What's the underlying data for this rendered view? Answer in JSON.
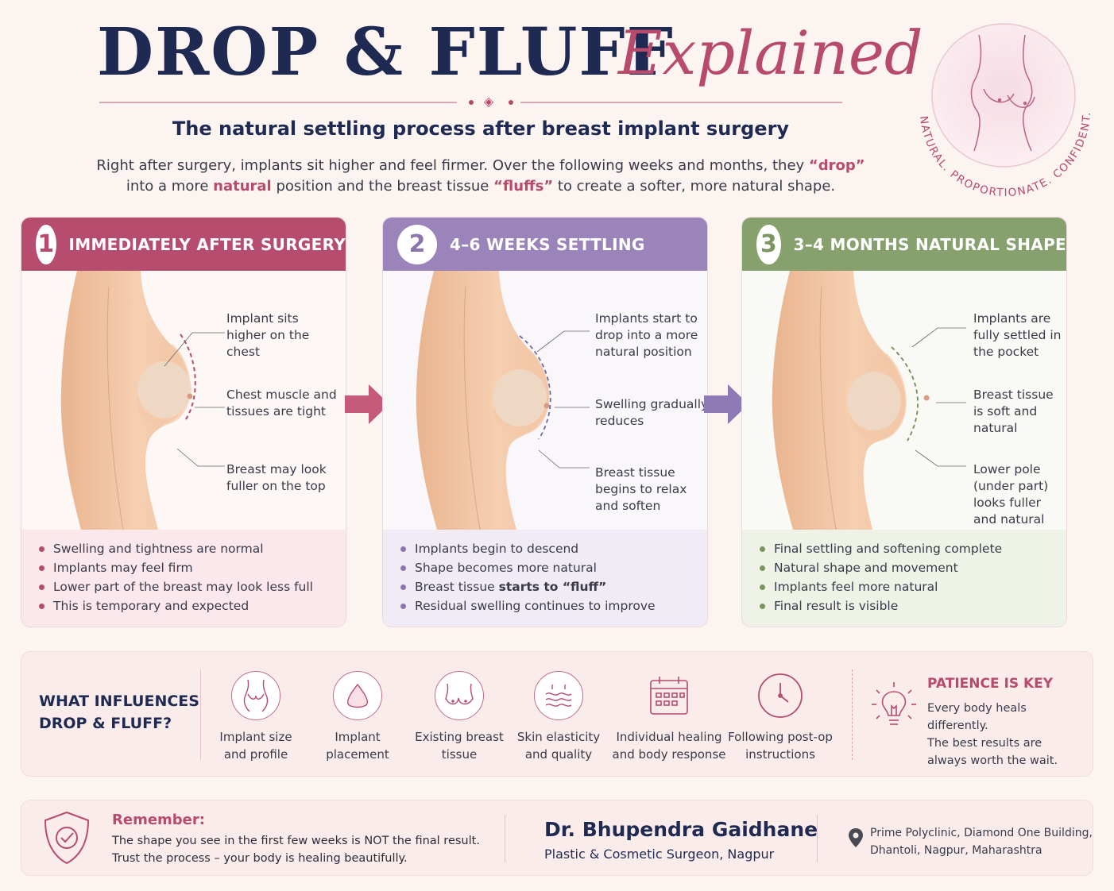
{
  "header": {
    "title_main": "DROP & FLUFF",
    "title_script": "Explained",
    "subtitle": "The natural settling process after breast implant surgery",
    "intro_part1": "Right after surgery, implants sit higher and feel firmer. Over the following weeks and months, they ",
    "intro_drop": "“drop”",
    "intro_part2": "into a more ",
    "intro_natural": "natural",
    "intro_part3": " position and the breast tissue ",
    "intro_fluffs": "“fluffs”",
    "intro_part4": " to create a softer, more natural shape."
  },
  "seal": {
    "text": "NATURAL. PROPORTIONATE. CONFIDENT."
  },
  "colors": {
    "navy": "#1f2a52",
    "rose": "#b64d6e",
    "lavender": "#9a84b9",
    "sage": "#86a06e"
  },
  "stages": [
    {
      "number": "1",
      "title": "IMMEDIATELY AFTER SURGERY",
      "callouts": [
        "Implant sits higher on the chest",
        "Chest muscle and tissues are tight",
        "Breast may look fuller on the top"
      ],
      "bullets": [
        "Swelling and tightness are normal",
        "Implants may feel firm",
        "Lower part of the breast may look less full",
        "This is temporary and expected"
      ]
    },
    {
      "number": "2",
      "title": "4–6 WEEKS SETTLING",
      "callouts": [
        "Implants start to drop into a more natural position",
        "Swelling gradually reduces",
        "Breast tissue begins to relax and soften"
      ],
      "bullets": [
        "Implants begin to descend",
        "Shape becomes more natural",
        "Breast tissue ",
        "Residual swelling continues to improve"
      ],
      "bullet3_bold": "starts to “fluff”"
    },
    {
      "number": "3",
      "title": "3–4 MONTHS NATURAL SHAPE",
      "callouts": [
        "Implants are fully settled in the pocket",
        "Breast tissue is soft and natural",
        "Lower pole (under part) looks fuller and natural"
      ],
      "bullets": [
        "Final settling and softening complete",
        "Natural shape and movement",
        "Implants feel more natural",
        "Final result is visible"
      ]
    }
  ],
  "influences": {
    "heading_line1": "WHAT INFLUENCES",
    "heading_line2": "DROP & FLUFF?",
    "factors": [
      {
        "line1": "Implant size",
        "line2": "and profile",
        "icon": "torso-icon"
      },
      {
        "line1": "Implant",
        "line2": "placement",
        "icon": "implant-icon"
      },
      {
        "line1": "Existing breast",
        "line2": "tissue",
        "icon": "breast-tissue-icon"
      },
      {
        "line1": "Skin elasticity",
        "line2": "and quality",
        "icon": "skin-icon"
      },
      {
        "line1": "Individual healing",
        "line2": "and body response",
        "icon": "calendar-icon"
      },
      {
        "line1": "Following post-op",
        "line2": "instructions",
        "icon": "clock-icon"
      }
    ],
    "patience_title": "PATIENCE IS KEY",
    "patience_line1": "Every body heals differently.",
    "patience_line2": "The best results are",
    "patience_line3": "always worth the wait."
  },
  "footer": {
    "remember_title": "Remember:",
    "remember_line1": "The shape you see in the first few weeks is NOT the final result.",
    "remember_line2": "Trust the process – your body is healing beautifully.",
    "doctor_name": "Dr. Bhupendra Gaidhane",
    "doctor_title": "Plastic & Cosmetic Surgeon, Nagpur",
    "address_line1": "Prime Polyclinic, Diamond One Building,",
    "address_line2": "Dhantoli, Nagpur, Maharashtra"
  }
}
